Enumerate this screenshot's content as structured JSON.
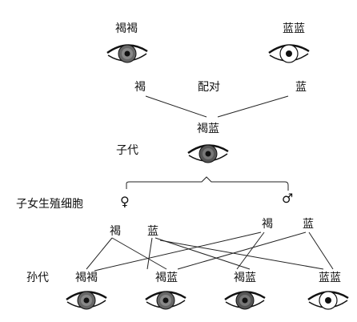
{
  "parents": {
    "left_label": "褐褐",
    "right_label": "蓝蓝",
    "left_gamete": "褐",
    "right_gamete": "蓝",
    "pairing": "配对"
  },
  "f1": {
    "row_label": "子代",
    "genotype": "褐蓝"
  },
  "gametes": {
    "row_label": "子女生殖细胞",
    "female_symbol": "♀",
    "male_symbol": "♂",
    "female_1": "褐",
    "female_2": "蓝",
    "male_1": "褐",
    "male_2": "蓝"
  },
  "f2": {
    "row_label": "孙代",
    "genotypes": [
      "褐褐",
      "褐蓝",
      "褐蓝",
      "蓝蓝"
    ]
  },
  "colors": {
    "ink": "#111111",
    "brown_iris": "#555555",
    "blue_iris": "#ffffff"
  }
}
